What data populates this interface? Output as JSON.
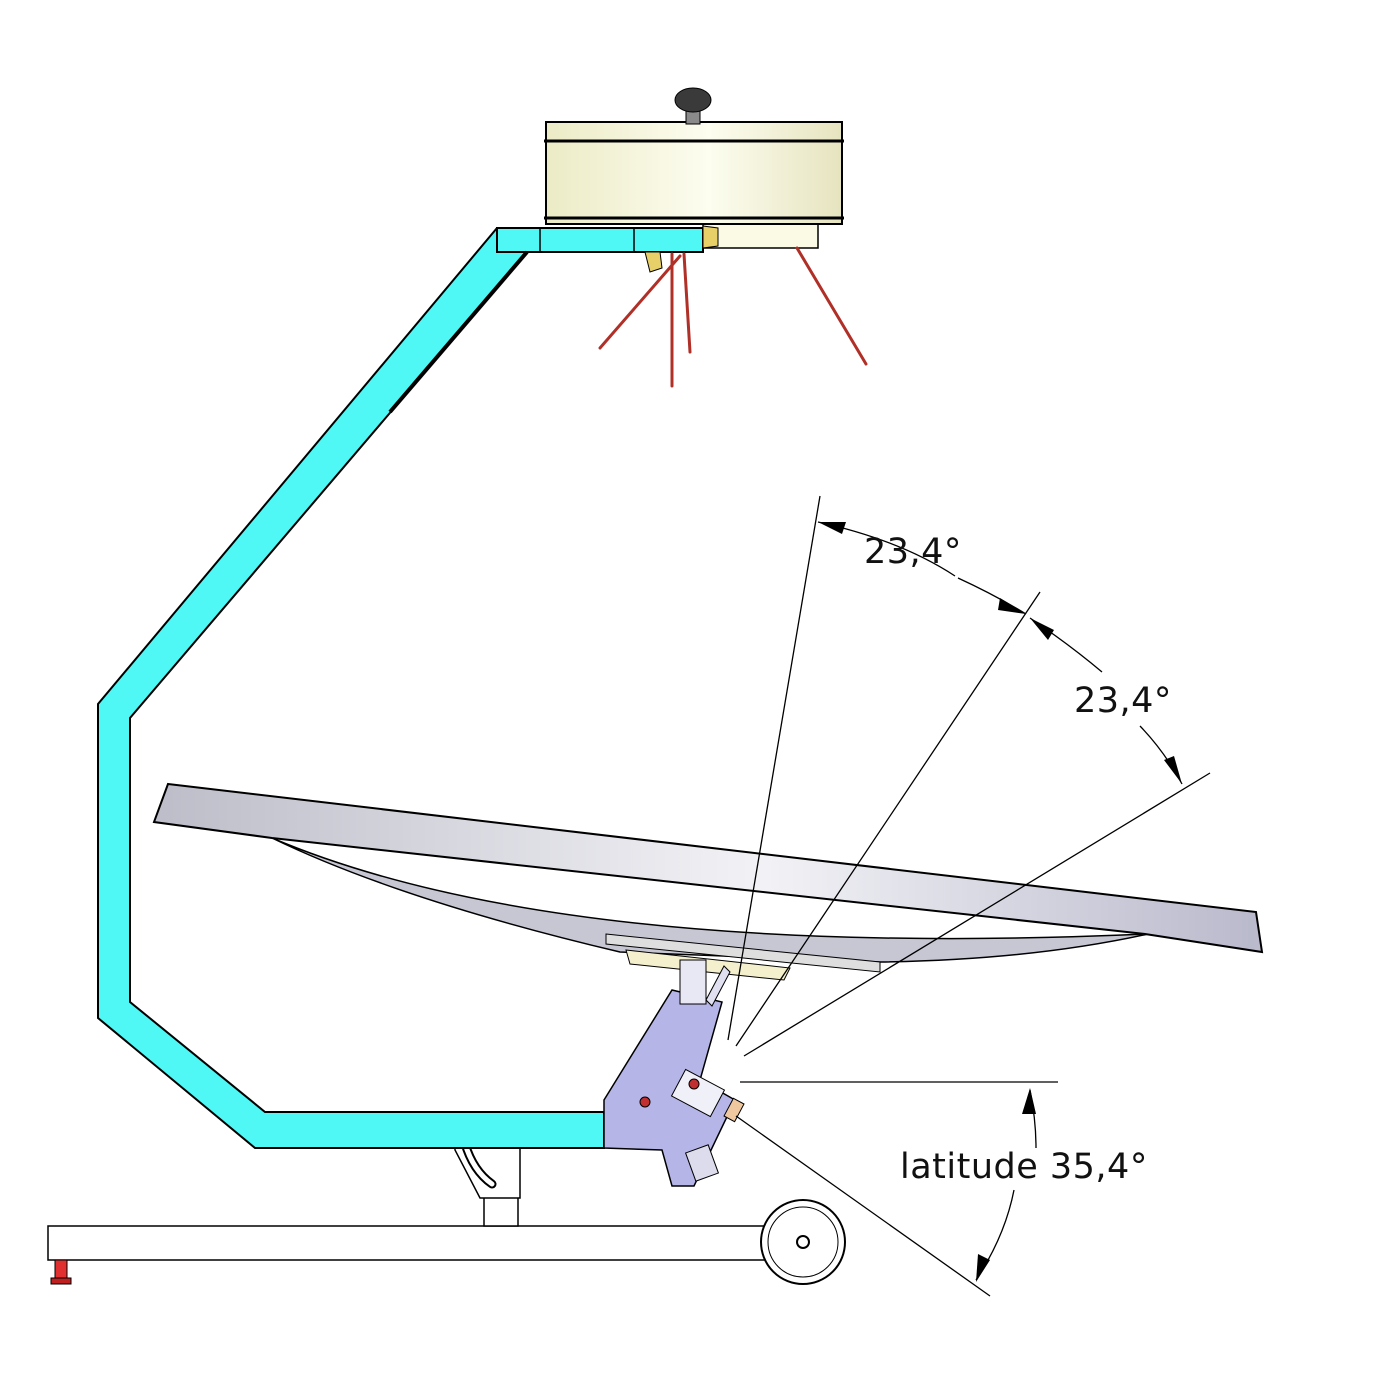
{
  "labels": {
    "angle_1": "23,4°",
    "angle_2": "23,4°",
    "latitude": "latitude 35,4°"
  },
  "colors": {
    "frame": "#4ff8f5",
    "receiver": "#f8f6d8",
    "mount": "#b4b4e6",
    "dish": "#c9c9d9",
    "rod": "#c0392b",
    "outline": "#000000"
  }
}
